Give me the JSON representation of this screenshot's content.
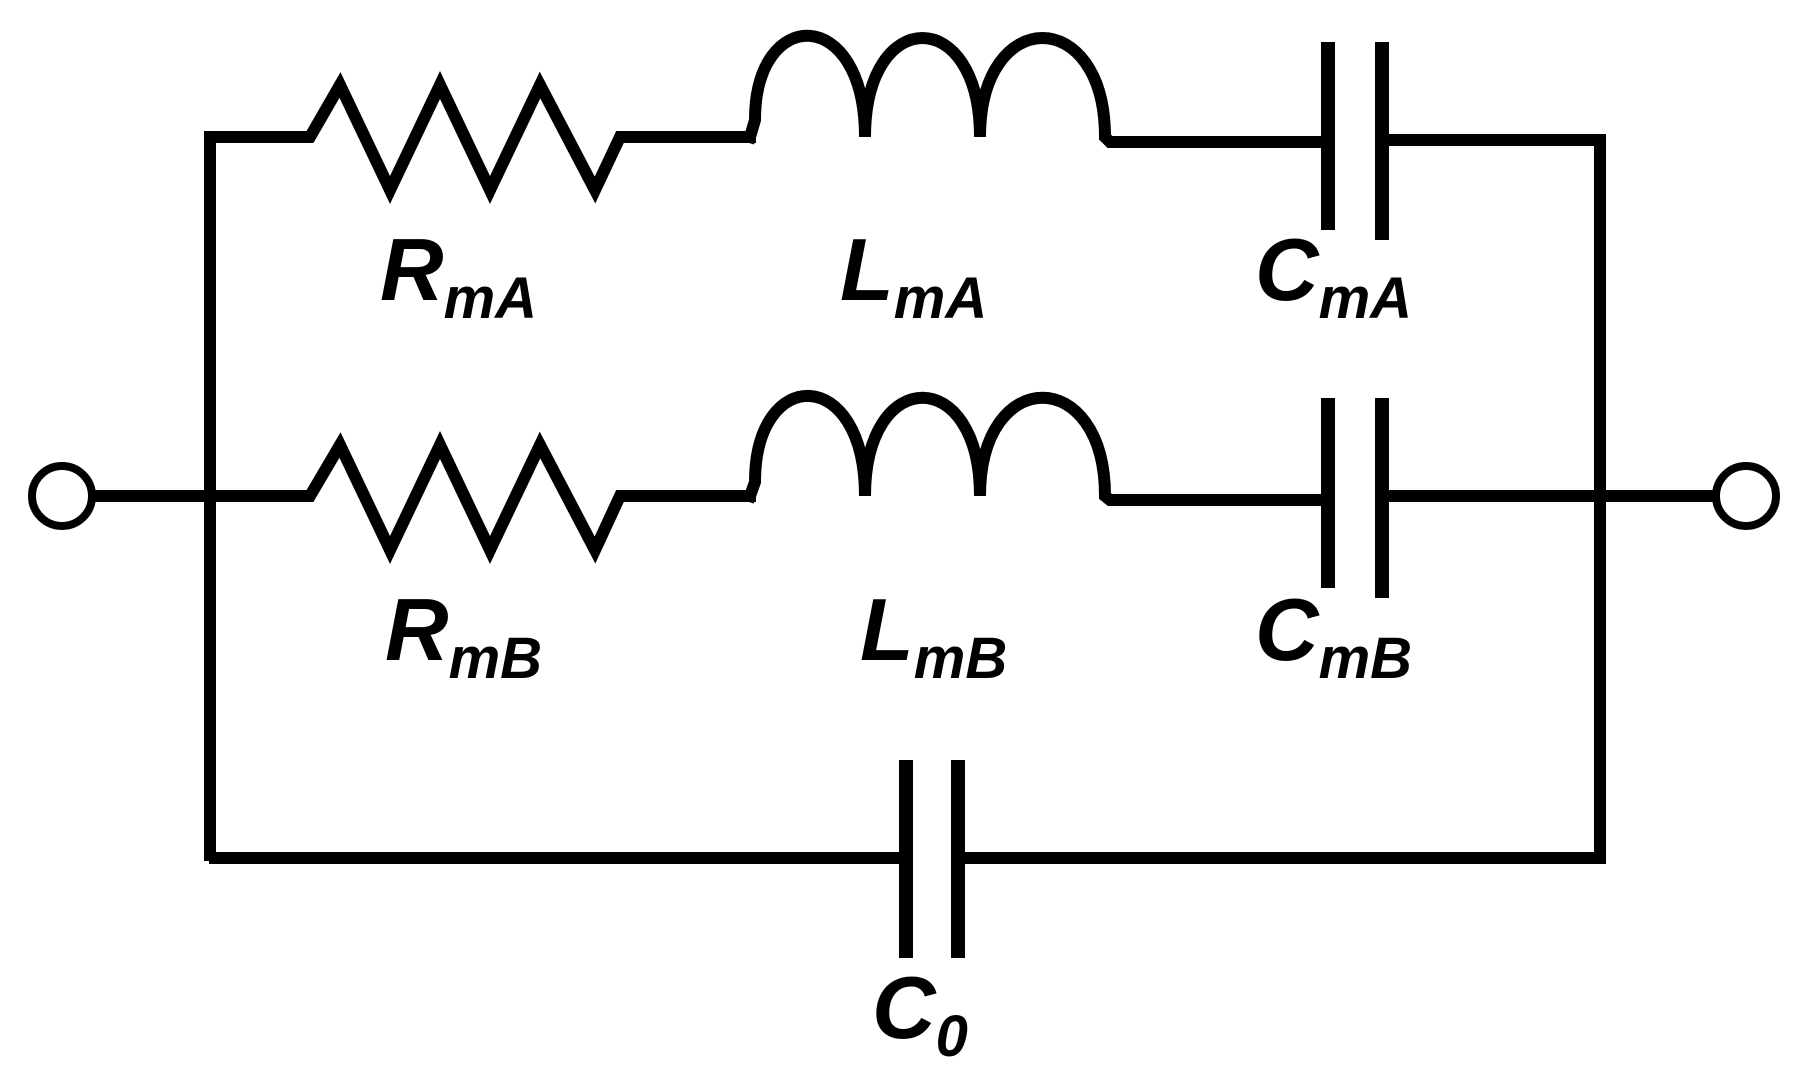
{
  "diagram": {
    "colors": {
      "line": "#000000",
      "background": "#ffffff"
    },
    "labels": {
      "r_ma": {
        "main": "R",
        "sub": "mA"
      },
      "l_ma": {
        "main": "L",
        "sub": "mA"
      },
      "c_ma": {
        "main": "C",
        "sub": "mA"
      },
      "r_mb": {
        "main": "R",
        "sub": "mB"
      },
      "l_mb": {
        "main": "L",
        "sub": "mB"
      },
      "c_mb": {
        "main": "C",
        "sub": "mB"
      },
      "c_0": {
        "main": "C",
        "sub": "0"
      }
    }
  }
}
